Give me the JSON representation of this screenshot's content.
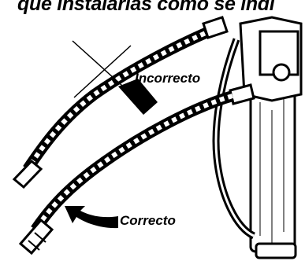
{
  "diagram": {
    "header_text": "que instalarlas como se indi",
    "labels": {
      "incorrect": "Incorrecto",
      "correct": "Correcto"
    }
  },
  "colors": {
    "ink": "#000000",
    "background": "#ffffff"
  }
}
